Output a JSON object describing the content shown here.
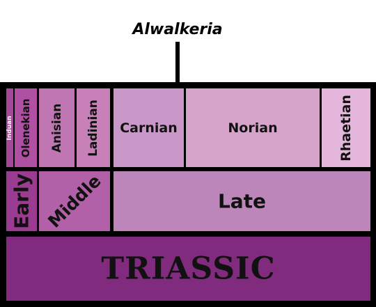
{
  "taxon": "Alwalkeria",
  "period": {
    "label": "TRIASSIC",
    "color": "#812b7f"
  },
  "epochs": [
    {
      "label": "Early",
      "color": "#9b3b91"
    },
    {
      "label": "Middle",
      "color": "#b261a9"
    },
    {
      "label": "Late",
      "color": "#bd86bb"
    }
  ],
  "ages": [
    {
      "label": "Induan",
      "color": "#a24a98"
    },
    {
      "label": "Olenekian",
      "color": "#b050a2"
    },
    {
      "label": "Anisian",
      "color": "#c076b3"
    },
    {
      "label": "Ladinian",
      "color": "#c780b8"
    },
    {
      "label": "Carnian",
      "color": "#c997c8"
    },
    {
      "label": "Norian",
      "color": "#d6a4cb"
    },
    {
      "label": "Rhaetian",
      "color": "#e5b6dc"
    }
  ]
}
